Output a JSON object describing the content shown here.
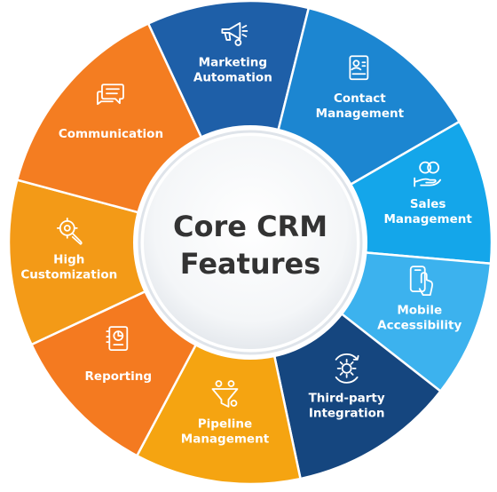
{
  "center": {
    "line1": "Core CRM",
    "line2": "Features"
  },
  "segments": [
    {
      "id": "marketing",
      "label_lines": [
        "Marketing",
        "Automation"
      ],
      "color": "#1E5FA8",
      "icon": "megaphone-gear-icon"
    },
    {
      "id": "contact",
      "label_lines": [
        "Contact",
        "Management"
      ],
      "color": "#1C86D1",
      "icon": "contact-card-icon"
    },
    {
      "id": "sales",
      "label_lines": [
        "Sales",
        "Management"
      ],
      "color": "#14A6EA",
      "icon": "coins-hand-icon"
    },
    {
      "id": "mobile",
      "label_lines": [
        "Mobile",
        "Accessibility"
      ],
      "color": "#3CB2EE",
      "icon": "mobile-touch-icon"
    },
    {
      "id": "thirdparty",
      "label_lines": [
        "Third-party",
        "Integration"
      ],
      "color": "#15467F",
      "icon": "gear-cycle-icon"
    },
    {
      "id": "pipeline",
      "label_lines": [
        "Pipeline",
        "Management"
      ],
      "color": "#F5A411",
      "icon": "funnel-people-icon"
    },
    {
      "id": "reporting",
      "label_lines": [
        "Reporting"
      ],
      "color": "#F47A20",
      "icon": "report-chart-icon"
    },
    {
      "id": "customization",
      "label_lines": [
        "High",
        "Customization"
      ],
      "color": "#F39A17",
      "icon": "wrench-gear-icon"
    },
    {
      "id": "communication",
      "label_lines": [
        "Communication"
      ],
      "color": "#F47D21",
      "icon": "chat-bubbles-icon"
    }
  ]
}
